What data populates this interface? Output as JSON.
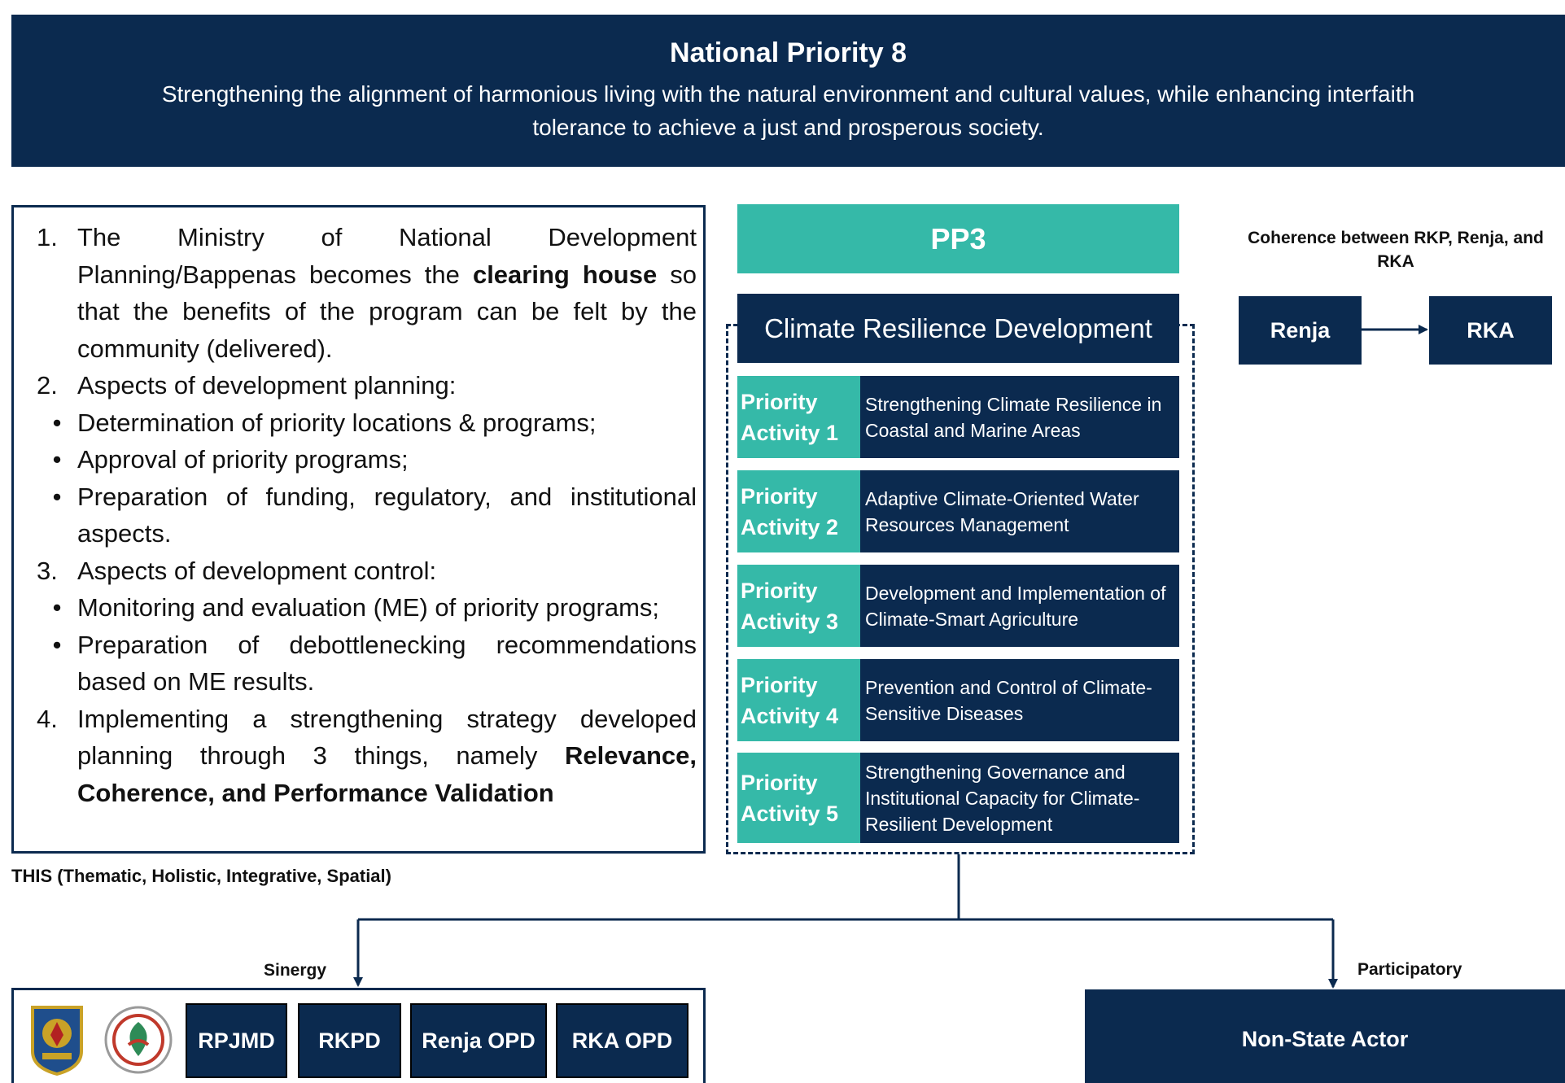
{
  "header": {
    "title": "National Priority 8",
    "subtitle": "Strengthening the alignment of harmonious living with the natural environment and cultural values, while enhancing interfaith tolerance to achieve a just and prosperous society."
  },
  "left_panel": {
    "item1": {
      "marker": "1.",
      "pre": "The Ministry of National Development Planning/Bappenas becomes the ",
      "bold": "clearing house",
      "post": " so that the benefits of the program can be felt by the community (delivered)."
    },
    "item2": {
      "marker": "2.",
      "text": "Aspects of development planning:",
      "bullets": [
        "Determination of priority locations & programs;",
        "Approval of priority programs;",
        "Preparation of funding, regulatory, and institutional aspects."
      ]
    },
    "item3": {
      "marker": "3.",
      "text": "Aspects of development control:",
      "bullets": [
        "Monitoring and evaluation (ME) of priority programs;",
        "Preparation of debottlenecking recommendations based on ME results."
      ]
    },
    "item4": {
      "marker": "4.",
      "pre": "Implementing a strengthening strategy developed planning through 3 things, namely ",
      "bold": "Relevance, Coherence, and Performance Validation"
    },
    "bullet_symbol": "•",
    "footnote": "THIS (Thematic, Holistic, Integrative, Spatial)"
  },
  "center": {
    "pp_label": "PP3",
    "program_title": "Climate Resilience Development",
    "activities": [
      {
        "label": "Priority Activity 1",
        "desc": "Strengthening Climate Resilience in Coastal and Marine Areas"
      },
      {
        "label": "Priority Activity 2",
        "desc": "Adaptive Climate-Oriented Water Resources Management"
      },
      {
        "label": "Priority Activity 3",
        "desc": "Development and Implementation of Climate-Smart Agriculture"
      },
      {
        "label": "Priority Activity 4",
        "desc": "Prevention and Control of Climate-Sensitive Diseases"
      },
      {
        "label": "Priority Activity 5",
        "desc": "Strengthening Governance and Institutional Capacity for Climate-Resilient Development"
      }
    ]
  },
  "right_panel": {
    "coherence_title": "Coherence between RKP, Renja, and RKA",
    "renja": "Renja",
    "rka": "RKA"
  },
  "bottom": {
    "sinergy_label": "Sinergy",
    "participatory_label": "Participatory",
    "documents": [
      "RPJMD",
      "RKPD",
      "Renja OPD",
      "RKA OPD"
    ],
    "non_state_actor": "Non-State Actor"
  },
  "colors": {
    "navy": "#0b2a4f",
    "teal": "#35b9a8"
  }
}
